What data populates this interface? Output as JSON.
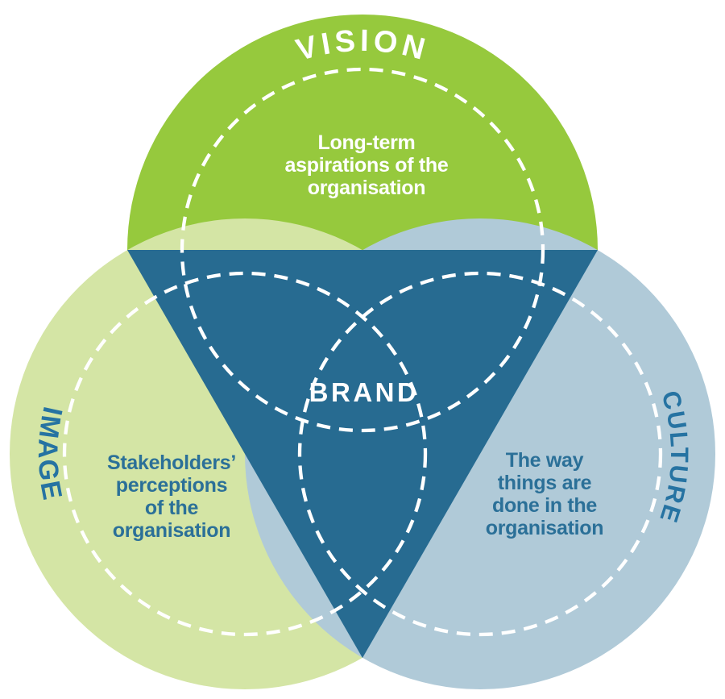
{
  "diagram": {
    "type": "venn-3-circle",
    "center": {
      "label": "BRAND",
      "fill": "#276B91",
      "text_color": "#FFFFFF"
    },
    "sections": {
      "vision": {
        "label": "VISION",
        "fill": "#96C93D",
        "text_color": "#FFFFFF",
        "description": "Long-term aspirations of the organisation",
        "desc_lines": [
          "Long-term",
          "aspirations of the",
          "organisation"
        ]
      },
      "image": {
        "label": "IMAGE",
        "fill": "#D4E5A5",
        "label_color": "#2673A2",
        "text_color": "#2B7098",
        "description": "Stakeholders’ perceptions of the organisation",
        "desc_lines": [
          "Stakeholders’",
          "perceptions",
          "of the",
          "organisation"
        ]
      },
      "culture": {
        "label": "CULTURE",
        "fill": "#B0CAD8",
        "label_color": "#2673A2",
        "text_color": "#2B7098",
        "description": "The way things are done in the organisation",
        "desc_lines": [
          "The way",
          "things are",
          "done in the",
          "organisation"
        ]
      }
    },
    "ring_style": {
      "color": "#FFFFFF"
    },
    "background": "#FFFFFF"
  }
}
